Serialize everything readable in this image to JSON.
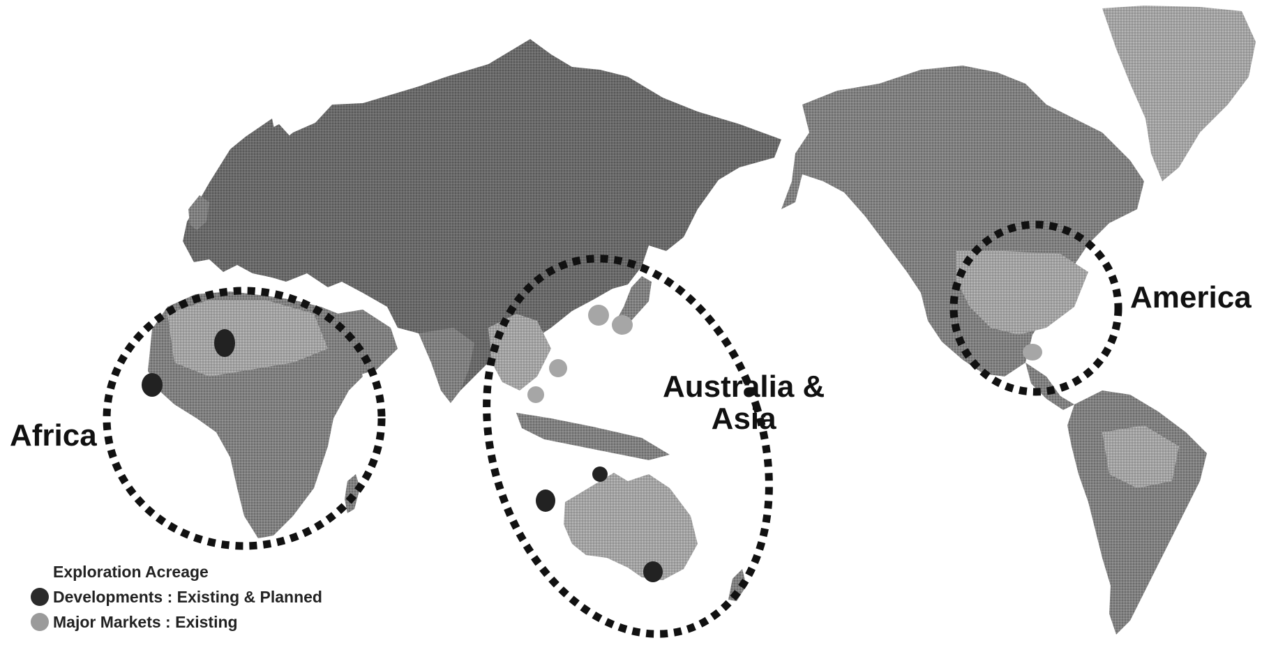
{
  "regions": {
    "africa": "Africa",
    "australia_asia_line1": "Australia &",
    "australia_asia_line2": "Asia",
    "america": "America"
  },
  "legend": {
    "title": "Exploration Acreage",
    "items": [
      {
        "label": "Developments : Existing & Planned",
        "color": "#2b2b2b",
        "icon": "dark-dot-icon"
      },
      {
        "label": "Major Markets : Existing",
        "color": "#9a9a9a",
        "icon": "grey-dot-icon"
      }
    ]
  },
  "colors": {
    "land": "#7b7b7b",
    "land_light": "#a8a8a8",
    "land_dark": "#5a5a5a",
    "circle_outline": "#111111"
  }
}
